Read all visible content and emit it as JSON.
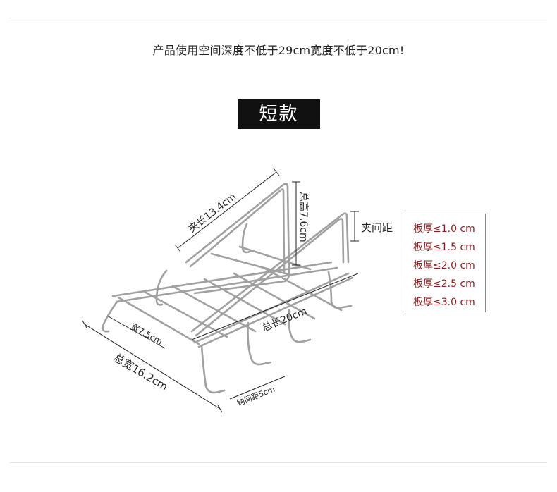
{
  "headline": "产品使用空间深度不低于29cm宽度不低于20cm!",
  "badge": "短款",
  "dimensions": {
    "clip_length": "夹长13.4cm",
    "total_height": "总高7.6cm",
    "clip_gap": "夹间距",
    "total_length": "总长20cm",
    "width": "宽7.5cm",
    "total_width": "总宽16.2cm",
    "hook_spacing": "钩间距5cm"
  },
  "thickness_options": [
    "板厚≤1.0 cm",
    "板厚≤1.5 cm",
    "板厚≤2.0 cm",
    "板厚≤2.5 cm",
    "板厚≤3.0 cm"
  ],
  "colors": {
    "accent_text": "#8a1c1c",
    "badge_bg": "#111111",
    "wire": "#9a9a9a"
  }
}
